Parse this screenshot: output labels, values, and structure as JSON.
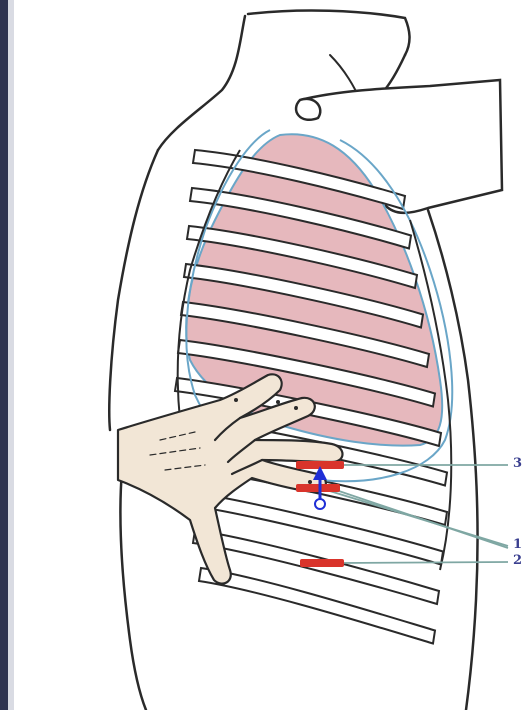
{
  "diagram": {
    "callouts": [
      {
        "id": "3",
        "label": "3"
      },
      {
        "id": "1",
        "label": "1"
      },
      {
        "id": "2",
        "label": "2"
      }
    ],
    "colors": {
      "outline": "#2a2a2a",
      "lung_fill": "#e6b8bd",
      "lung_stroke": "#6aa6c8",
      "marker_red": "#d9342b",
      "arrow_blue": "#1f2fd6",
      "leader_line": "#7fa7a3",
      "skin": "#f2e6d6",
      "frame_dark": "#2e3350"
    },
    "icons": {
      "arrow": "up-arrow-icon",
      "marker": "red-bar-marker"
    }
  }
}
